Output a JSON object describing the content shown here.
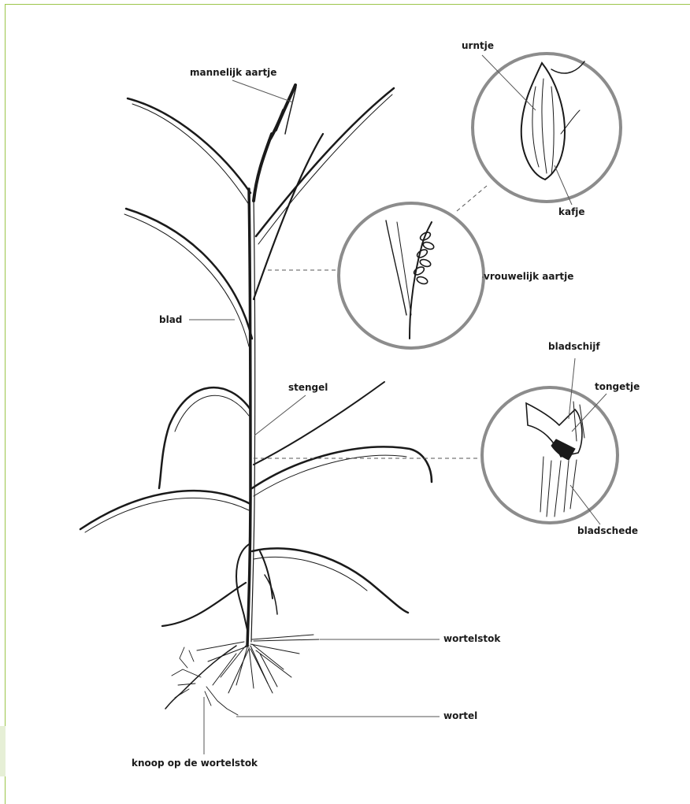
{
  "labels": {
    "mannelijk_aartje": "mannelijk aartje",
    "urntje": "urntje",
    "kafje": "kafje",
    "vrouwelijk_aartje": "vrouwelijk aartje",
    "blad": "blad",
    "stengel": "stengel",
    "bladschijf": "bladschijf",
    "tongetje": "tongetje",
    "bladschede": "bladschede",
    "wortelstok": "wortelstok",
    "wortel": "wortel",
    "knoop": "knoop op de wortelstok"
  },
  "colors": {
    "frame": "#9cc54a",
    "circle": "#8c8c8c",
    "ink": "#1a1a1a",
    "leader": "#555555"
  }
}
